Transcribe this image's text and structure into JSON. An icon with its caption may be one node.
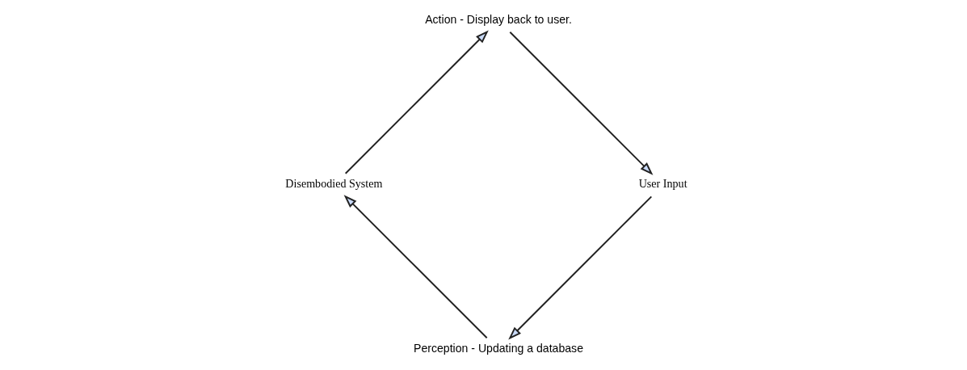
{
  "diagram": {
    "nodes": [
      {
        "text": [
          "Perception - Updating a database"
        ]
      },
      {
        "text": [
          "Disembodied System"
        ]
      },
      {
        "text": [
          "Action - Display back to user."
        ]
      },
      {
        "text": [
          "User Input"
        ]
      }
    ],
    "edges": [
      {
        "from": 3,
        "to": 0,
        "arrow": "to"
      },
      {
        "from": 0,
        "to": 1,
        "arrow": "to"
      },
      {
        "from": 1,
        "to": 2,
        "arrow": "to"
      },
      {
        "from": 2,
        "to": 3,
        "arrow": "to"
      }
    ]
  }
}
